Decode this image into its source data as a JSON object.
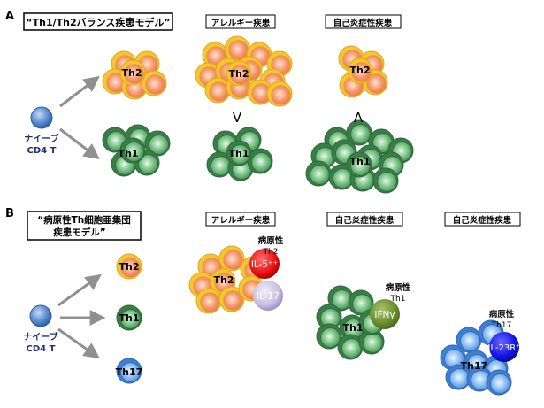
{
  "panel_a": {
    "letter": "A",
    "model_title": "“Th1/Th2バランス疾患モデル”",
    "header_allergy": "アレルギー疾患",
    "header_autoimmune": "自己炎症性疾患",
    "naive_line1": "ナイーブ",
    "naive_line2": "CD4 T",
    "th2": "Th2",
    "th1": "Th1",
    "relation_allergy": "V",
    "relation_autoimmune": "Λ"
  },
  "panel_b": {
    "letter": "B",
    "model_title_line1": "“病原性Th細胞亜集団",
    "model_title_line2": "疾患モデル”",
    "header_allergy": "アレルギー疾患",
    "header_autoimmune1": "自己炎症性疾患",
    "header_autoimmune2": "自己炎症性疾患",
    "naive_line1": "ナイーブ",
    "naive_line2": "CD4 T",
    "th2": "Th2",
    "th1": "Th1",
    "th17": "Th17",
    "pathogenic": "病原性",
    "path_th2": "Th2",
    "path_th1": "Th1",
    "path_th17": "Th17",
    "il5": "IL-5⁺⁺",
    "il17": "IL-17",
    "ifng": "IFNγ",
    "il23r": "IL-23R⁺"
  },
  "colors": {
    "th2_fill": "#f5956a",
    "th2_ring": "#f7c531",
    "th1_fill": "#5fb06e",
    "th1_ring": "#3b7d48",
    "th17_fill": "#7ab4f0",
    "th17_ring": "#3e7fd0",
    "naive": "#5f8fd0",
    "il5": "#ee1111",
    "il17": "#c9c0e2",
    "ifng": "#6b8f2e",
    "il23r": "#1515e8",
    "arrow": "#909090"
  }
}
